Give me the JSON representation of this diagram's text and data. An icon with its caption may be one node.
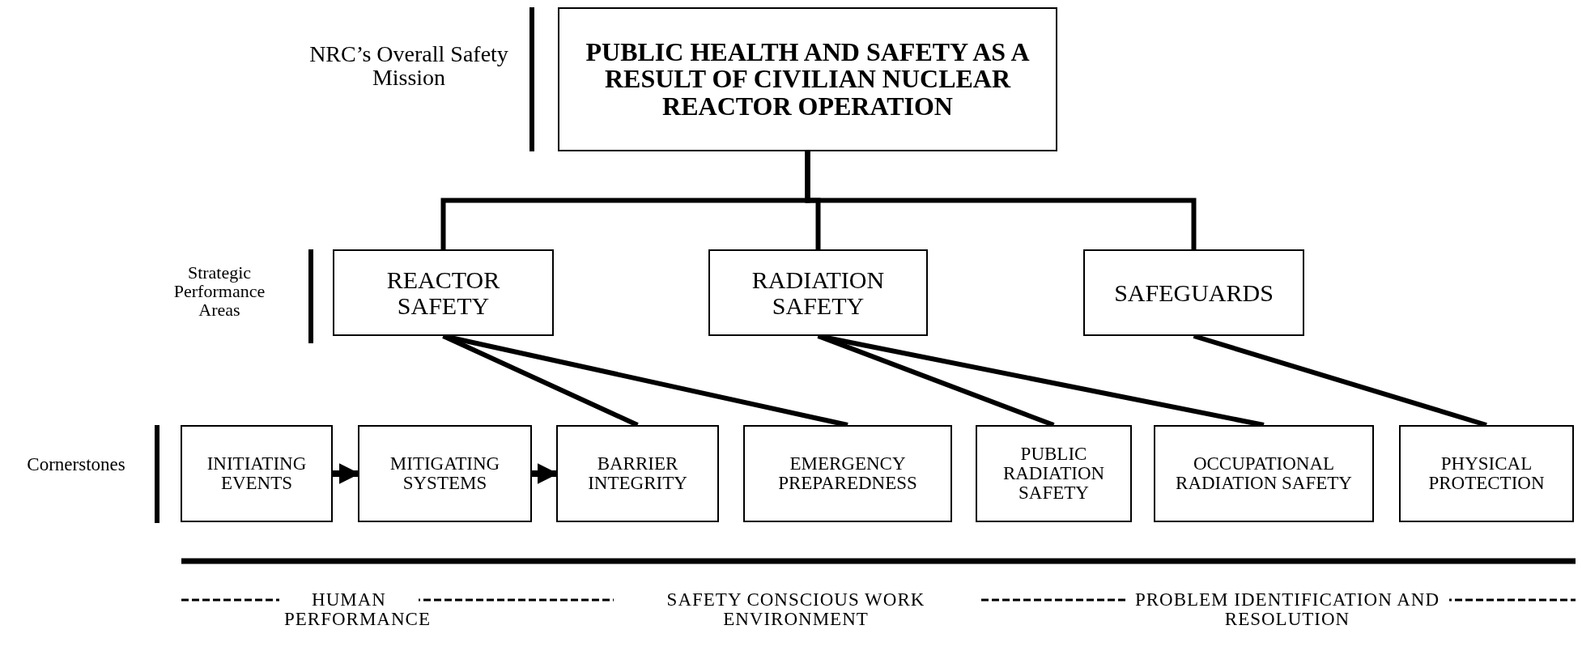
{
  "diagram": {
    "nodes": [
      {
        "text": [
          "PUBLIC HEALTH AND SAFETY AS A RESULT OF CIVILIAN NUCLEAR REACTOR OPERATION"
        ]
      },
      {
        "text": [
          "REACTOR SAFETY"
        ]
      },
      {
        "text": [
          "RADIATION SAFETY"
        ]
      },
      {
        "text": [
          "SAFEGUARDS"
        ]
      },
      {
        "text": [
          "INITIATING EVENTS"
        ]
      },
      {
        "text": [
          "MITIGATING SYSTEMS"
        ]
      },
      {
        "text": [
          "BARRIER INTEGRITY"
        ]
      },
      {
        "text": [
          "EMERGENCY PREPAREDNESS"
        ]
      },
      {
        "text": [
          "PUBLIC RADIATION SAFETY"
        ]
      },
      {
        "text": [
          "OCCUPATIONAL RADIATION SAFETY"
        ]
      },
      {
        "text": [
          "PHYSICAL PROTECTION"
        ]
      }
    ],
    "edges": [
      {
        "from": 0,
        "to": 1,
        "arrow": "none"
      },
      {
        "from": 0,
        "to": 2,
        "arrow": "none"
      },
      {
        "from": 0,
        "to": 3,
        "arrow": "none"
      },
      {
        "from": 1,
        "to": 6,
        "arrow": "none"
      },
      {
        "from": 1,
        "to": 7,
        "arrow": "none"
      },
      {
        "from": 2,
        "to": 8,
        "arrow": "none"
      },
      {
        "from": 2,
        "to": 9,
        "arrow": "none"
      },
      {
        "from": 3,
        "to": 10,
        "arrow": "none"
      },
      {
        "from": 4,
        "to": 5,
        "arrow": "to"
      },
      {
        "from": 5,
        "to": 6,
        "arrow": "to"
      }
    ],
    "labels": [
      "NRC’s Overall Safety Mission",
      "Strategic Performance Areas",
      "Cornerstones",
      "HUMAN PERFORMANCE",
      "SAFETY CONSCIOUS WORK ENVIRONMENT",
      "PROBLEM IDENTIFICATION AND RESOLUTION"
    ]
  }
}
